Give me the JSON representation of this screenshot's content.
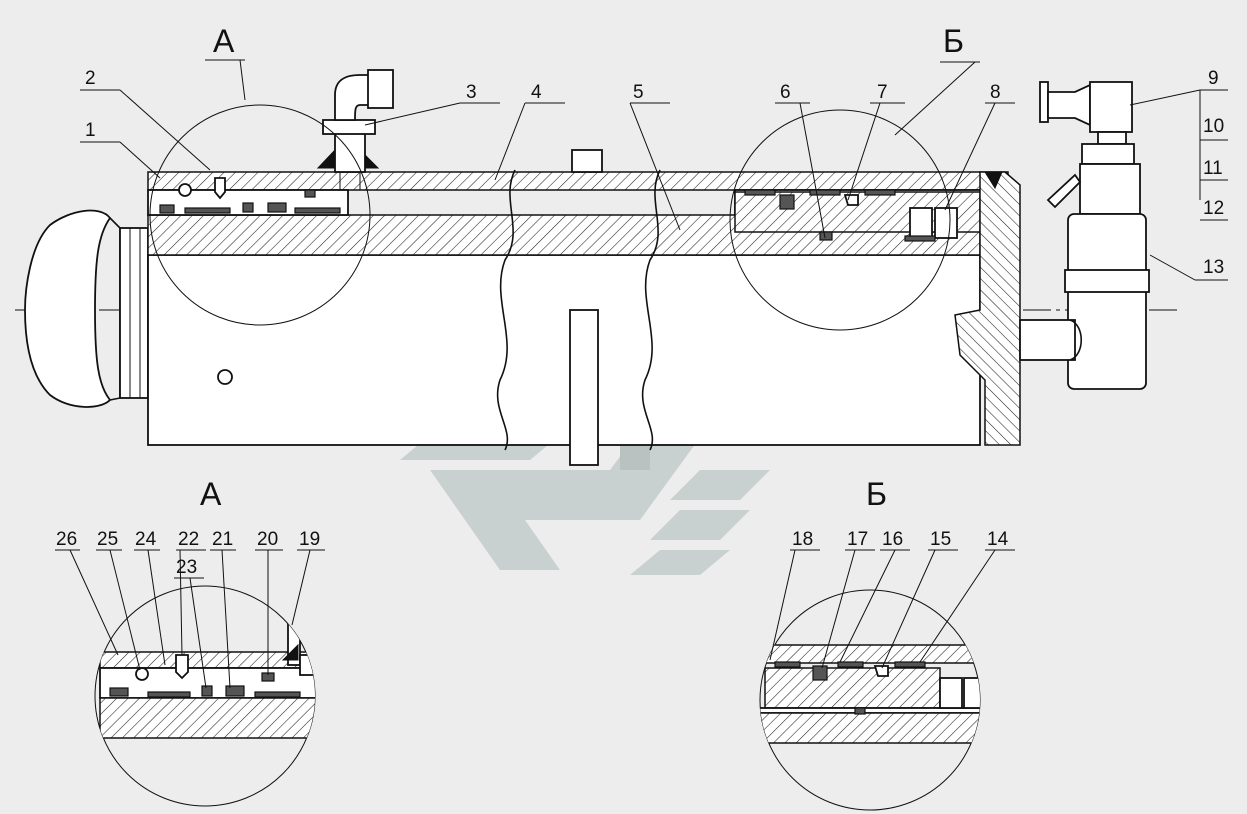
{
  "views": {
    "main_a": "А",
    "main_b": "Б",
    "detail_a": "А",
    "detail_b": "Б"
  },
  "callouts": {
    "c1": "1",
    "c2": "2",
    "c3": "3",
    "c4": "4",
    "c5": "5",
    "c6": "6",
    "c7": "7",
    "c8": "8",
    "c9": "9",
    "c10": "10",
    "c11": "11",
    "c12": "12",
    "c13": "13",
    "c14": "14",
    "c15": "15",
    "c16": "16",
    "c17": "17",
    "c18": "18",
    "c19": "19",
    "c20": "20",
    "c21": "21",
    "c22": "22",
    "c23": "23",
    "c24": "24",
    "c25": "25",
    "c26": "26"
  },
  "colors": {
    "line": "#111111",
    "background": "#ededed",
    "watermark": "#c9d0d0"
  }
}
